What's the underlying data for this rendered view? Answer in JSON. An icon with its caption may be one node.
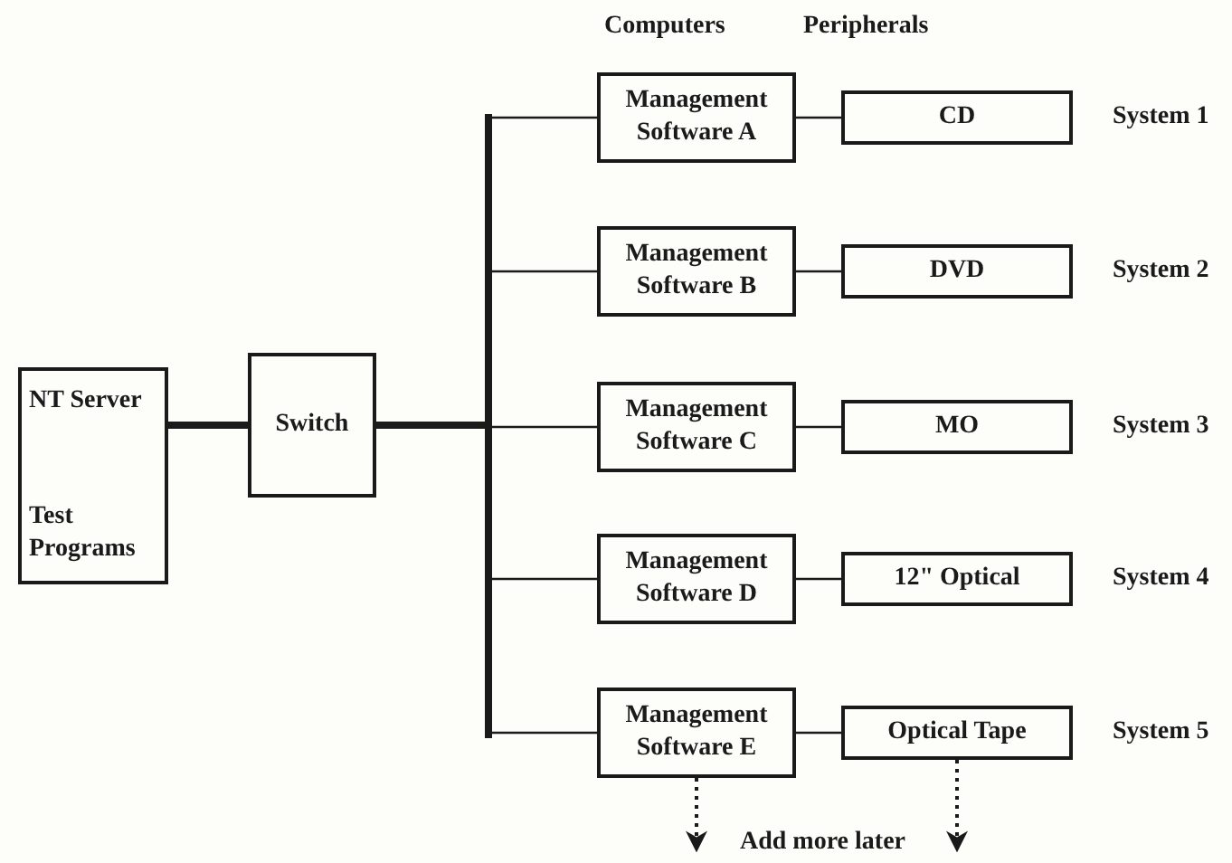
{
  "diagram": {
    "nodes": [
      {
        "text": [
          "NT Server",
          "Test Programs"
        ]
      },
      {
        "text": [
          "Switch"
        ]
      },
      {
        "text": [],
        "shape": "bar"
      },
      {
        "text": [
          "Management Software A"
        ]
      },
      {
        "text": [
          "Management Software B"
        ]
      },
      {
        "text": [
          "Management Software C"
        ]
      },
      {
        "text": [
          "Management Software D"
        ]
      },
      {
        "text": [
          "Management Software E"
        ]
      },
      {
        "text": [
          "CD"
        ],
        "beside": [
          "System 1"
        ]
      },
      {
        "text": [
          "DVD"
        ],
        "beside": [
          "System 2"
        ]
      },
      {
        "text": [
          "MO"
        ],
        "beside": [
          "System 3"
        ]
      },
      {
        "text": [
          "12\" Optical"
        ],
        "beside": [
          "System 4"
        ]
      },
      {
        "text": [
          "Optical Tape"
        ],
        "beside": [
          "System 5"
        ]
      }
    ],
    "edges": [
      {
        "from": 0,
        "to": 1,
        "arrow": "none",
        "style": "thick"
      },
      {
        "from": 1,
        "to": 2,
        "arrow": "none",
        "style": "thick"
      },
      {
        "from": 2,
        "to": 3,
        "arrow": "none"
      },
      {
        "from": 2,
        "to": 4,
        "arrow": "none"
      },
      {
        "from": 2,
        "to": 5,
        "arrow": "none"
      },
      {
        "from": 2,
        "to": 6,
        "arrow": "none"
      },
      {
        "from": 2,
        "to": 7,
        "arrow": "none"
      },
      {
        "from": 3,
        "to": 8,
        "arrow": "none"
      },
      {
        "from": 4,
        "to": 9,
        "arrow": "none"
      },
      {
        "from": 5,
        "to": 10,
        "arrow": "none"
      },
      {
        "from": 6,
        "to": 11,
        "arrow": "none"
      },
      {
        "from": 7,
        "to": 12,
        "arrow": "none"
      },
      {
        "from": 7,
        "to": null,
        "arrow": "to",
        "style": "dashed"
      },
      {
        "from": 12,
        "to": null,
        "arrow": "to",
        "style": "dashed"
      }
    ],
    "labels": [
      "Computers",
      "Peripherals",
      "Add more later"
    ]
  }
}
